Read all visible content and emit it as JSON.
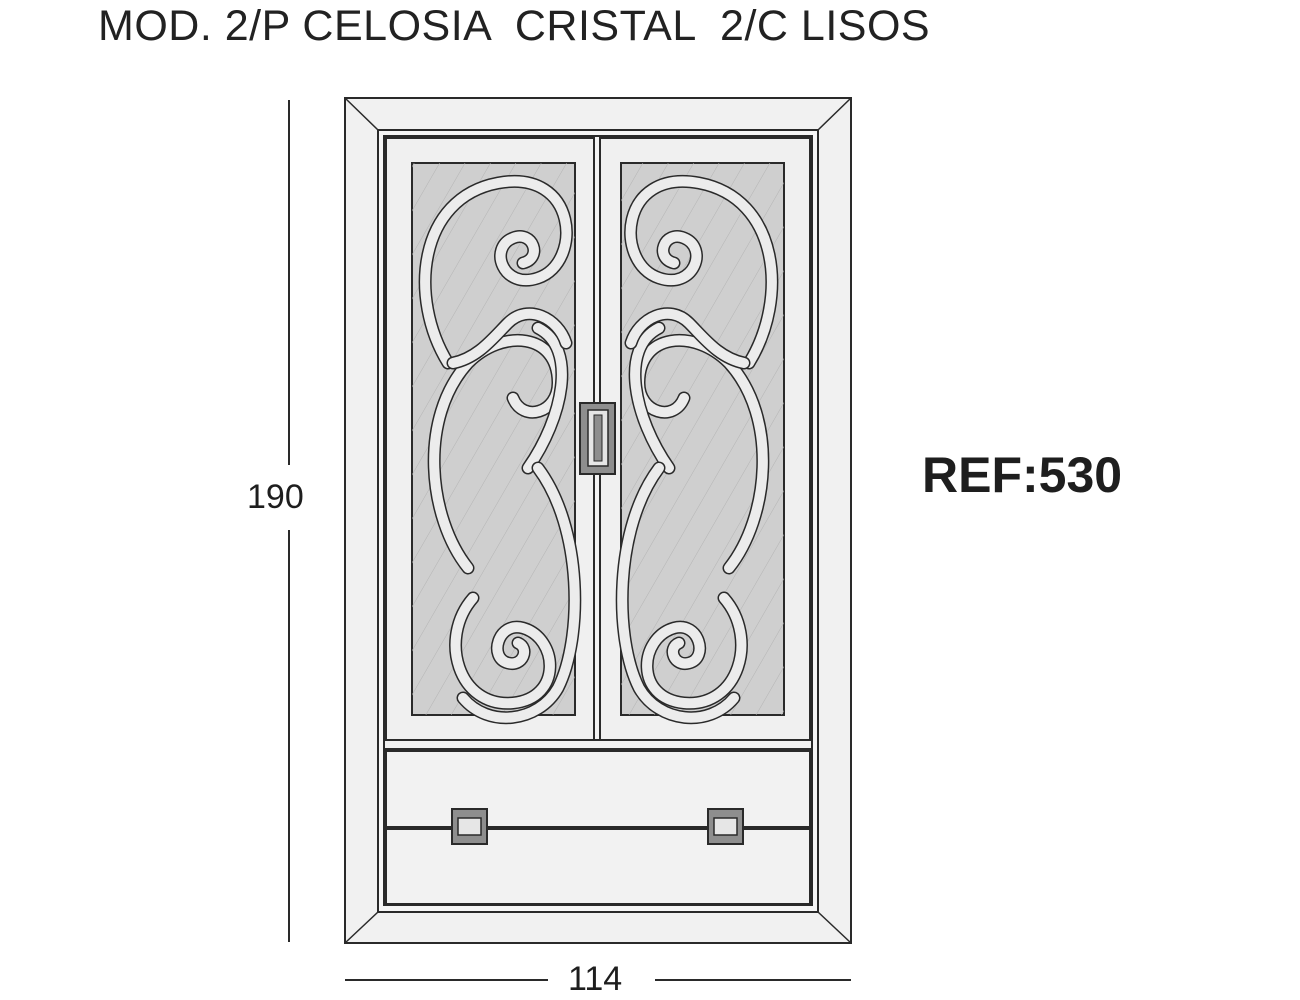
{
  "title": "MOD. 2/P CELOSIA  CRISTAL  2/C LISOS",
  "reference": "REF:530",
  "dimensions": {
    "height": "190",
    "width": "114"
  },
  "colors": {
    "line": "#2a2a2a",
    "frame": "#f1f1f1",
    "glass": "#cfcfcf",
    "scroll": "#ececec",
    "handle": "#8e8e8e"
  }
}
